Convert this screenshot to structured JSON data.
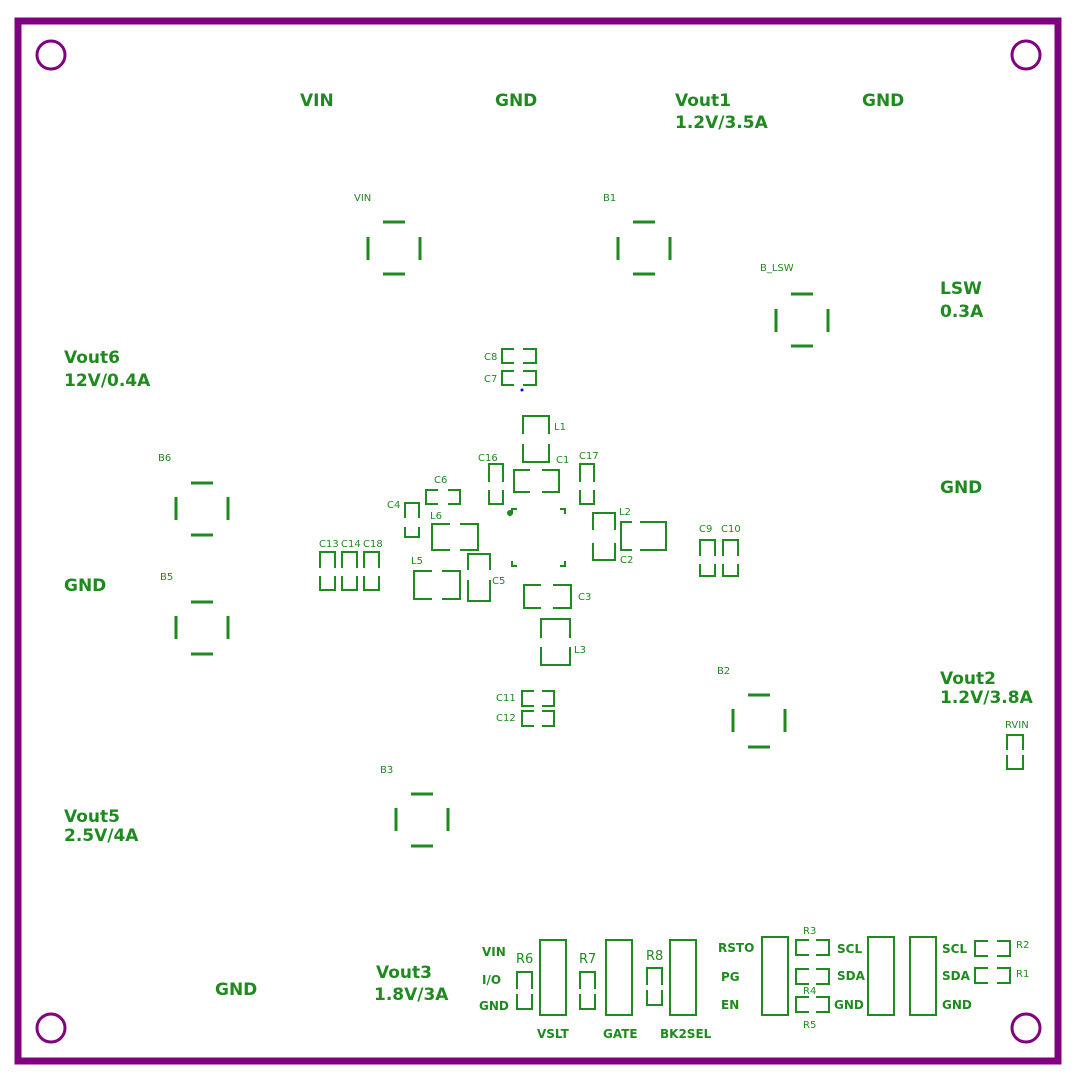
{
  "colors": {
    "outline": "#800080",
    "silk": "#1f8a1f",
    "mark": "#0000ff"
  },
  "icons": {
    "mount_hole": "circle-icon"
  },
  "labels": {
    "top_vin": "VIN",
    "top_gnd1": "GND",
    "top_vout1_name": "Vout1",
    "top_vout1_spec": "1.2V/3.5A",
    "top_gnd2": "GND",
    "lsw_name": "LSW",
    "lsw_spec": "0.3A",
    "vout6_name": "Vout6",
    "vout6_spec": "12V/0.4A",
    "right_gnd": "GND",
    "left_gnd": "GND",
    "vout2_name": "Vout2",
    "vout2_spec": "1.2V/3.8A",
    "vout5_name": "Vout5",
    "vout5_spec": "2.5V/4A",
    "bottom_gnd": "GND",
    "vout3_name": "Vout3",
    "vout3_spec": "1.8V/3A"
  },
  "connector_labels": {
    "vin": "VIN",
    "io": "I/O",
    "gnd1": "GND",
    "vslt": "VSLT",
    "gate": "GATE",
    "bk2sel": "BK2SEL",
    "rsto": "RSTO",
    "pg": "PG",
    "en": "EN",
    "scl1": "SCL",
    "sda1": "SDA",
    "gnd2": "GND",
    "scl2": "SCL",
    "sda2": "SDA",
    "gnd3": "GND"
  },
  "refdes": {
    "vin": "VIN",
    "b1": "B1",
    "b_lsw": "B_LSW",
    "b6": "B6",
    "b5": "B5",
    "b2": "B2",
    "b3": "B3",
    "c8": "C8",
    "c7": "C7",
    "l1": "L1",
    "c16": "C16",
    "c1": "C1",
    "c17": "C17",
    "c6": "C6",
    "c4": "C4",
    "l6": "L6",
    "l2": "L2",
    "c2": "C2",
    "c9": "C9",
    "c10": "C10",
    "c13": "C13",
    "c14": "C14",
    "c18": "C18",
    "l5": "L5",
    "c5": "C5",
    "c3": "C3",
    "l3": "L3",
    "c11": "C11",
    "c12": "C12",
    "rvin": "RVIN",
    "r6": "R6",
    "r7": "R7",
    "r8": "R8",
    "r3": "R3",
    "r4": "R4",
    "r5": "R5",
    "r2": "R2",
    "r1": "R1"
  }
}
